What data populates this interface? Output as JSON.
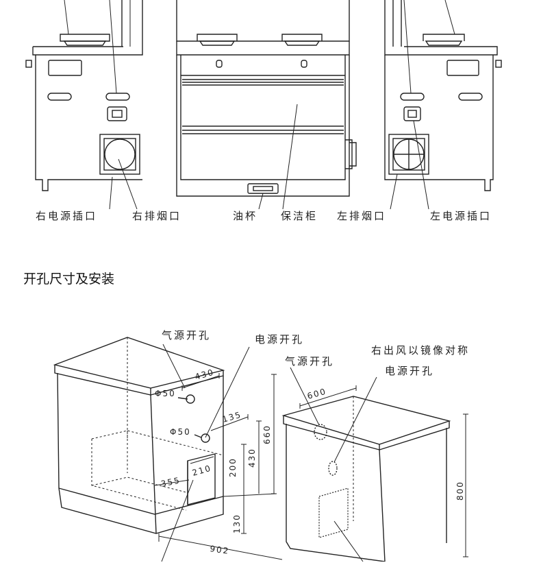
{
  "top_labels": {
    "right_power_socket": "右电源插口",
    "right_exhaust_port": "右排烟口",
    "oil_cup": "油杯",
    "disinfection_cabinet": "保洁柜",
    "left_exhaust_port": "左排烟口",
    "left_power_socket": "左电源插口"
  },
  "section_title": "开孔尺寸及安装",
  "callouts": {
    "gas_hole_left": "气源开孔",
    "power_hole_left": "电源开孔",
    "gas_hole_right": "气源开孔",
    "mirror_note": "右出风以镜像对称",
    "power_hole_right": "电源开孔"
  },
  "dimensions": {
    "phi_gas": "Φ50",
    "phi_power": "Φ50",
    "d430_top": "430",
    "d135": "135",
    "d660": "660",
    "d430_side": "430",
    "d200": "200",
    "d210": "210",
    "d355": "355",
    "d130": "130",
    "d902": "902",
    "d600": "600",
    "d800": "800"
  }
}
